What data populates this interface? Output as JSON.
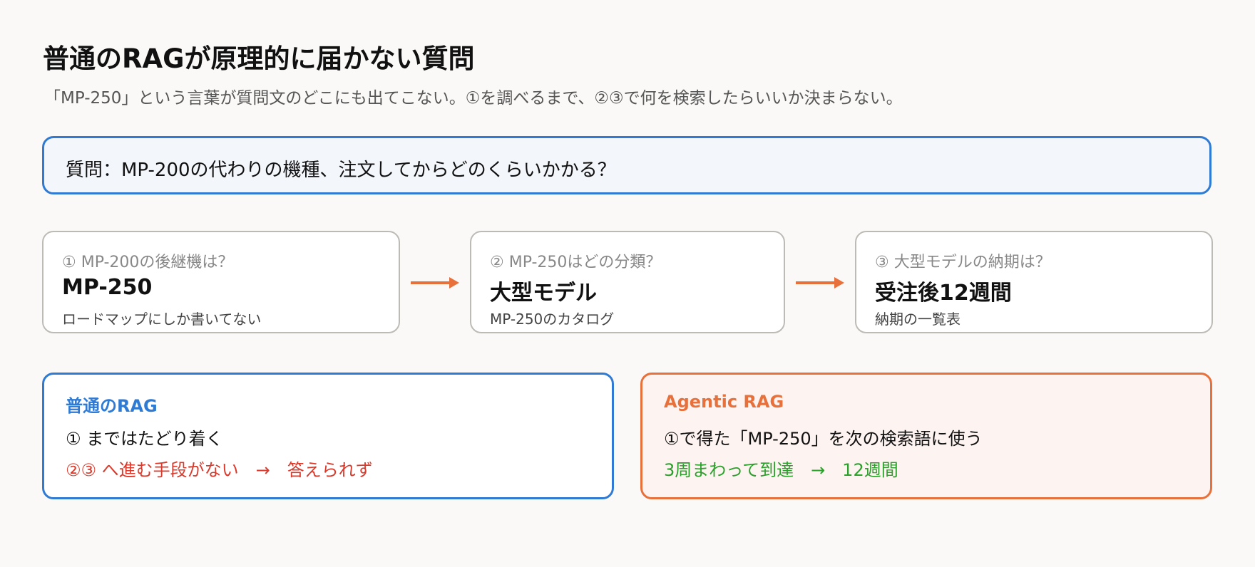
{
  "title": "普通のRAGが原理的に届かない質問",
  "subtitle": "「MP-250」という言葉が質問文のどこにも出てこない。①を調べるまで、②③で何を検索したらいいか決まらない。",
  "question": "質問：MP-200の代わりの機種、注文してからどのくらいかかる？",
  "steps": [
    {
      "question": "① MP-200の後継機は？",
      "answer": "MP-250",
      "source": "ロードマップにしか書いてない"
    },
    {
      "question": "② MP-250はどの分類？",
      "answer": "大型モデル",
      "source": "MP-250のカタログ"
    },
    {
      "question": "③ 大型モデルの納期は？",
      "answer": "受注後12週間",
      "source": "納期の一覧表"
    }
  ],
  "normal_rag": {
    "title": "普通のRAG",
    "line1": "① まではたどり着く",
    "line2": "②③ へ進む手段がない　→　答えられず"
  },
  "agentic_rag": {
    "title": "Agentic RAG",
    "line1": "①で得た「MP-250」を次の検索語に使う",
    "line2": "3周まわって到達　→　12週間"
  },
  "colors": {
    "blue": "#2f7ad3",
    "orange": "#e8703a",
    "red": "#d93a2b",
    "green": "#2ba02b"
  }
}
